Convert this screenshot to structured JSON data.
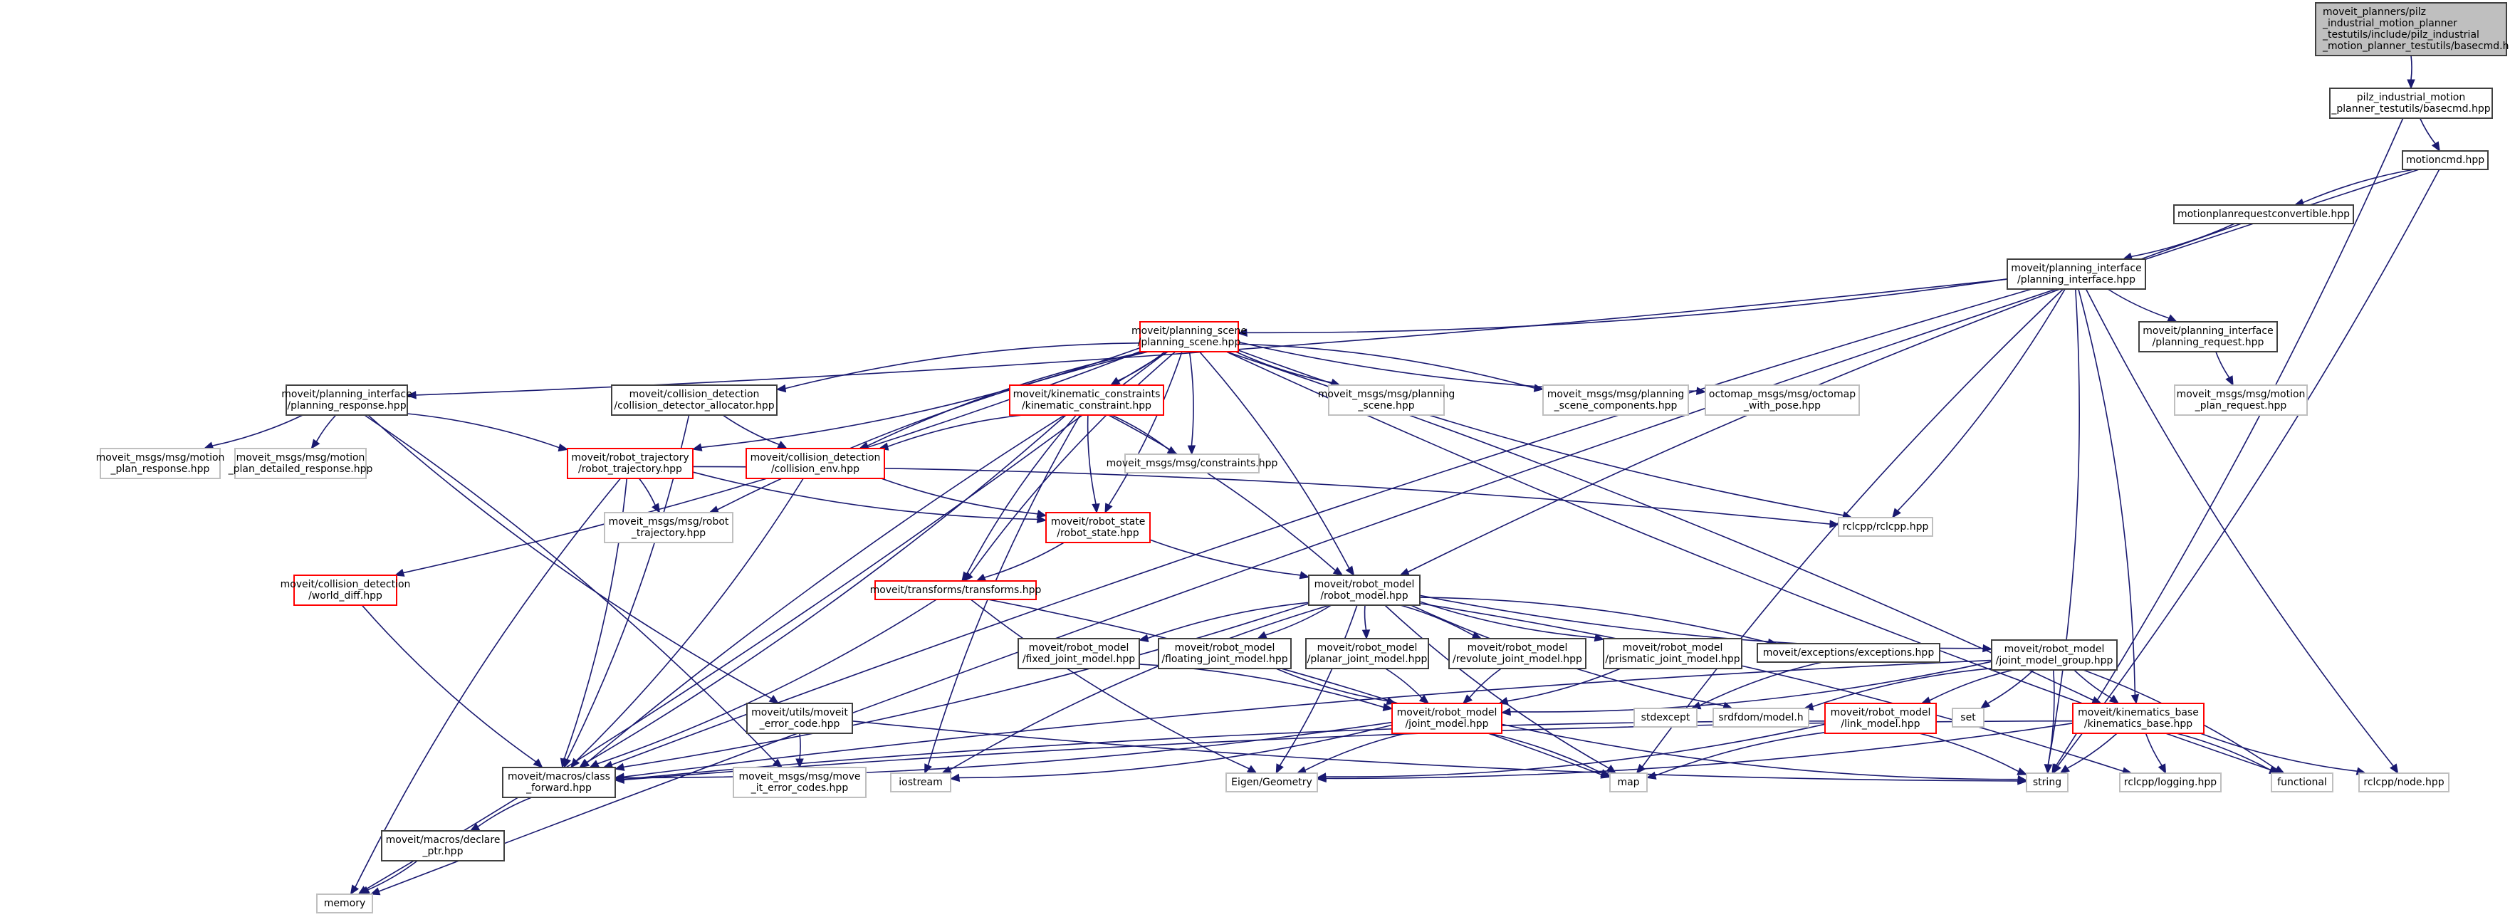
{
  "title": "Include dependency graph for basecmd.h",
  "colors": {
    "edge": "#191970",
    "root_fill": "#bfbfbf",
    "root_border": "#404040",
    "documented_border": "#404040",
    "has_missing_border": "#ff0000",
    "external_border": "#bfbfbf"
  },
  "nodes": [
    {
      "id": "root",
      "kind": "root",
      "lines": [
        "moveit_planners/pilz",
        "_industrial_motion_planner",
        "_testutils/include/pilz_industrial",
        "_motion_planner_testutils/basecmd.h"
      ]
    },
    {
      "id": "basecmd_hpp",
      "kind": "doc",
      "lines": [
        "pilz_industrial_motion",
        "_planner_testutils/basecmd.hpp"
      ]
    },
    {
      "id": "motioncmd",
      "kind": "doc",
      "lines": [
        "motioncmd.hpp"
      ]
    },
    {
      "id": "mprc",
      "kind": "doc",
      "lines": [
        "motionplanrequestconvertible.hpp"
      ]
    },
    {
      "id": "planning_interface",
      "kind": "doc",
      "lines": [
        "moveit/planning_interface",
        "/planning_interface.hpp"
      ]
    },
    {
      "id": "planning_scene",
      "kind": "red",
      "lines": [
        "moveit/planning_scene",
        "/planning_scene.hpp"
      ]
    },
    {
      "id": "planning_request",
      "kind": "doc",
      "lines": [
        "moveit/planning_interface",
        "/planning_request.hpp"
      ]
    },
    {
      "id": "mp_request_msg",
      "kind": "ext",
      "lines": [
        "moveit_msgs/msg/motion",
        "_plan_request.hpp"
      ]
    },
    {
      "id": "planning_response",
      "kind": "doc",
      "lines": [
        "moveit/planning_interface",
        "/planning_response.hpp"
      ]
    },
    {
      "id": "cd_allocator",
      "kind": "doc",
      "lines": [
        "moveit/collision_detection",
        "/collision_detector_allocator.hpp"
      ]
    },
    {
      "id": "kin_constraint",
      "kind": "red",
      "lines": [
        "moveit/kinematic_constraints",
        "/kinematic_constraint.hpp"
      ]
    },
    {
      "id": "ps_msg",
      "kind": "ext",
      "lines": [
        "moveit_msgs/msg/planning",
        "_scene.hpp"
      ]
    },
    {
      "id": "psc_msg",
      "kind": "ext",
      "lines": [
        "moveit_msgs/msg/planning",
        "_scene_components.hpp"
      ]
    },
    {
      "id": "octomap",
      "kind": "ext",
      "lines": [
        "octomap_msgs/msg/octomap",
        "_with_pose.hpp"
      ]
    },
    {
      "id": "mp_response_msg",
      "kind": "ext",
      "lines": [
        "moveit_msgs/msg/motion",
        "_plan_response.hpp"
      ]
    },
    {
      "id": "mp_detailed_msg",
      "kind": "ext",
      "lines": [
        "moveit_msgs/msg/motion",
        "_plan_detailed_response.hpp"
      ]
    },
    {
      "id": "robot_trajectory",
      "kind": "red",
      "lines": [
        "moveit/robot_trajectory",
        "/robot_trajectory.hpp"
      ]
    },
    {
      "id": "collision_env",
      "kind": "red",
      "lines": [
        "moveit/collision_detection",
        "/collision_env.hpp"
      ]
    },
    {
      "id": "constraints_msg",
      "kind": "ext",
      "lines": [
        "moveit_msgs/msg/constraints.hpp"
      ]
    },
    {
      "id": "rt_msg",
      "kind": "ext",
      "lines": [
        "moveit_msgs/msg/robot",
        "_trajectory.hpp"
      ]
    },
    {
      "id": "robot_state",
      "kind": "red",
      "lines": [
        "moveit/robot_state",
        "/robot_state.hpp"
      ]
    },
    {
      "id": "rclcpp",
      "kind": "ext",
      "lines": [
        "rclcpp/rclcpp.hpp"
      ]
    },
    {
      "id": "world_diff",
      "kind": "red",
      "lines": [
        "moveit/collision_detection",
        "/world_diff.hpp"
      ]
    },
    {
      "id": "transforms",
      "kind": "red",
      "lines": [
        "moveit/transforms/transforms.hpp"
      ]
    },
    {
      "id": "robot_model",
      "kind": "doc",
      "lines": [
        "moveit/robot_model",
        "/robot_model.hpp"
      ]
    },
    {
      "id": "fixed_jm",
      "kind": "doc",
      "lines": [
        "moveit/robot_model",
        "/fixed_joint_model.hpp"
      ]
    },
    {
      "id": "floating_jm",
      "kind": "doc",
      "lines": [
        "moveit/robot_model",
        "/floating_joint_model.hpp"
      ]
    },
    {
      "id": "planar_jm",
      "kind": "doc",
      "lines": [
        "moveit/robot_model",
        "/planar_joint_model.hpp"
      ]
    },
    {
      "id": "revolute_jm",
      "kind": "doc",
      "lines": [
        "moveit/robot_model",
        "/revolute_joint_model.hpp"
      ]
    },
    {
      "id": "prismatic_jm",
      "kind": "doc",
      "lines": [
        "moveit/robot_model",
        "/prismatic_joint_model.hpp"
      ]
    },
    {
      "id": "exceptions",
      "kind": "doc",
      "lines": [
        "moveit/exceptions/exceptions.hpp"
      ]
    },
    {
      "id": "jmg",
      "kind": "doc",
      "lines": [
        "moveit/robot_model",
        "/joint_model_group.hpp"
      ]
    },
    {
      "id": "error_code",
      "kind": "doc",
      "lines": [
        "moveit/utils/moveit",
        "_error_code.hpp"
      ]
    },
    {
      "id": "joint_model",
      "kind": "red",
      "lines": [
        "moveit/robot_model",
        "/joint_model.hpp"
      ]
    },
    {
      "id": "stdexcept",
      "kind": "ext",
      "lines": [
        "stdexcept"
      ]
    },
    {
      "id": "srdf",
      "kind": "ext",
      "lines": [
        "srdfdom/model.h"
      ]
    },
    {
      "id": "link_model",
      "kind": "red",
      "lines": [
        "moveit/robot_model",
        "/link_model.hpp"
      ]
    },
    {
      "id": "set",
      "kind": "ext",
      "lines": [
        "set"
      ]
    },
    {
      "id": "kin_base",
      "kind": "red",
      "lines": [
        "moveit/kinematics_base",
        "/kinematics_base.hpp"
      ]
    },
    {
      "id": "class_forward",
      "kind": "doc",
      "lines": [
        "moveit/macros/class",
        "_forward.hpp"
      ]
    },
    {
      "id": "error_codes_msg",
      "kind": "ext",
      "lines": [
        "moveit_msgs/msg/move",
        "_it_error_codes.hpp"
      ]
    },
    {
      "id": "iostream",
      "kind": "ext",
      "lines": [
        "iostream"
      ]
    },
    {
      "id": "eigen",
      "kind": "ext",
      "lines": [
        "Eigen/Geometry"
      ]
    },
    {
      "id": "map",
      "kind": "ext",
      "lines": [
        "map"
      ]
    },
    {
      "id": "string",
      "kind": "ext",
      "lines": [
        "string"
      ]
    },
    {
      "id": "logging",
      "kind": "ext",
      "lines": [
        "rclcpp/logging.hpp"
      ]
    },
    {
      "id": "functional",
      "kind": "ext",
      "lines": [
        "functional"
      ]
    },
    {
      "id": "node",
      "kind": "ext",
      "lines": [
        "rclcpp/node.hpp"
      ]
    },
    {
      "id": "declare_ptr",
      "kind": "doc",
      "lines": [
        "moveit/macros/declare",
        "_ptr.hpp"
      ]
    },
    {
      "id": "memory",
      "kind": "ext",
      "lines": [
        "memory"
      ]
    }
  ],
  "edges": [
    [
      "root",
      "basecmd_hpp"
    ],
    [
      "basecmd_hpp",
      "motioncmd"
    ],
    [
      "basecmd_hpp",
      "string"
    ],
    [
      "motioncmd",
      "mprc"
    ],
    [
      "motioncmd",
      "string"
    ],
    [
      "motioncmd",
      "memory"
    ],
    [
      "mprc",
      "planning_interface"
    ],
    [
      "mprc",
      "robot_model"
    ],
    [
      "planning_interface",
      "planning_scene"
    ],
    [
      "planning_interface",
      "planning_request"
    ],
    [
      "planning_interface",
      "planning_response"
    ],
    [
      "planning_interface",
      "class_forward"
    ],
    [
      "planning_interface",
      "rclcpp"
    ],
    [
      "planning_interface",
      "node"
    ],
    [
      "planning_interface",
      "string"
    ],
    [
      "planning_interface",
      "map"
    ],
    [
      "planning_interface",
      "kin_base"
    ],
    [
      "planning_request",
      "mp_request_msg"
    ],
    [
      "planning_response",
      "mp_response_msg"
    ],
    [
      "planning_response",
      "mp_detailed_msg"
    ],
    [
      "planning_response",
      "robot_trajectory"
    ],
    [
      "planning_response",
      "error_code"
    ],
    [
      "planning_response",
      "error_codes_msg"
    ],
    [
      "planning_scene",
      "cd_allocator"
    ],
    [
      "planning_scene",
      "kin_constraint"
    ],
    [
      "planning_scene",
      "ps_msg"
    ],
    [
      "planning_scene",
      "psc_msg"
    ],
    [
      "planning_scene",
      "octomap"
    ],
    [
      "planning_scene",
      "robot_trajectory"
    ],
    [
      "planning_scene",
      "collision_env"
    ],
    [
      "planning_scene",
      "constraints_msg"
    ],
    [
      "planning_scene",
      "rt_msg"
    ],
    [
      "planning_scene",
      "robot_state"
    ],
    [
      "planning_scene",
      "rclcpp"
    ],
    [
      "planning_scene",
      "world_diff"
    ],
    [
      "planning_scene",
      "transforms"
    ],
    [
      "planning_scene",
      "robot_model"
    ],
    [
      "planning_scene",
      "class_forward"
    ],
    [
      "planning_scene",
      "memory"
    ],
    [
      "planning_scene",
      "functional"
    ],
    [
      "planning_scene",
      "kin_base"
    ],
    [
      "cd_allocator",
      "collision_env"
    ],
    [
      "cd_allocator",
      "class_forward"
    ],
    [
      "kin_constraint",
      "collision_env"
    ],
    [
      "kin_constraint",
      "constraints_msg"
    ],
    [
      "kin_constraint",
      "robot_state"
    ],
    [
      "kin_constraint",
      "robot_model"
    ],
    [
      "kin_constraint",
      "transforms"
    ],
    [
      "kin_constraint",
      "class_forward"
    ],
    [
      "kin_constraint",
      "iostream"
    ],
    [
      "robot_trajectory",
      "rt_msg"
    ],
    [
      "robot_trajectory",
      "robot_state"
    ],
    [
      "robot_trajectory",
      "class_forward"
    ],
    [
      "robot_trajectory",
      "memory"
    ],
    [
      "robot_trajectory",
      "rclcpp"
    ],
    [
      "collision_env",
      "robot_state"
    ],
    [
      "collision_env",
      "class_forward"
    ],
    [
      "robot_state",
      "robot_model"
    ],
    [
      "robot_state",
      "transforms"
    ],
    [
      "world_diff",
      "class_forward"
    ],
    [
      "transforms",
      "class_forward"
    ],
    [
      "transforms",
      "eigen"
    ],
    [
      "transforms",
      "map"
    ],
    [
      "robot_model",
      "fixed_jm"
    ],
    [
      "robot_model",
      "floating_jm"
    ],
    [
      "robot_model",
      "planar_jm"
    ],
    [
      "robot_model",
      "revolute_jm"
    ],
    [
      "robot_model",
      "prismatic_jm"
    ],
    [
      "robot_model",
      "exceptions"
    ],
    [
      "robot_model",
      "jmg"
    ],
    [
      "robot_model",
      "class_forward"
    ],
    [
      "robot_model",
      "iostream"
    ],
    [
      "robot_model",
      "eigen"
    ],
    [
      "robot_model",
      "srdf"
    ],
    [
      "robot_model",
      "logging"
    ],
    [
      "robot_model",
      "map"
    ],
    [
      "fixed_jm",
      "joint_model"
    ],
    [
      "floating_jm",
      "joint_model"
    ],
    [
      "planar_jm",
      "joint_model"
    ],
    [
      "revolute_jm",
      "joint_model"
    ],
    [
      "prismatic_jm",
      "joint_model"
    ],
    [
      "exceptions",
      "stdexcept"
    ],
    [
      "jmg",
      "joint_model"
    ],
    [
      "jmg",
      "link_model"
    ],
    [
      "jmg",
      "set"
    ],
    [
      "jmg",
      "kin_base"
    ],
    [
      "jmg",
      "string"
    ],
    [
      "jmg",
      "srdf"
    ],
    [
      "jmg",
      "functional"
    ],
    [
      "jmg",
      "class_forward"
    ],
    [
      "error_code",
      "error_codes_msg"
    ],
    [
      "error_code",
      "string"
    ],
    [
      "joint_model",
      "class_forward"
    ],
    [
      "joint_model",
      "eigen"
    ],
    [
      "joint_model",
      "map"
    ],
    [
      "joint_model",
      "string"
    ],
    [
      "joint_model",
      "iostream"
    ],
    [
      "link_model",
      "class_forward"
    ],
    [
      "link_model",
      "eigen"
    ],
    [
      "link_model",
      "map"
    ],
    [
      "link_model",
      "string"
    ],
    [
      "kin_base",
      "class_forward"
    ],
    [
      "kin_base",
      "string"
    ],
    [
      "kin_base",
      "logging"
    ],
    [
      "kin_base",
      "functional"
    ],
    [
      "kin_base",
      "node"
    ],
    [
      "kin_base",
      "eigen"
    ],
    [
      "class_forward",
      "declare_ptr"
    ],
    [
      "declare_ptr",
      "memory"
    ]
  ]
}
